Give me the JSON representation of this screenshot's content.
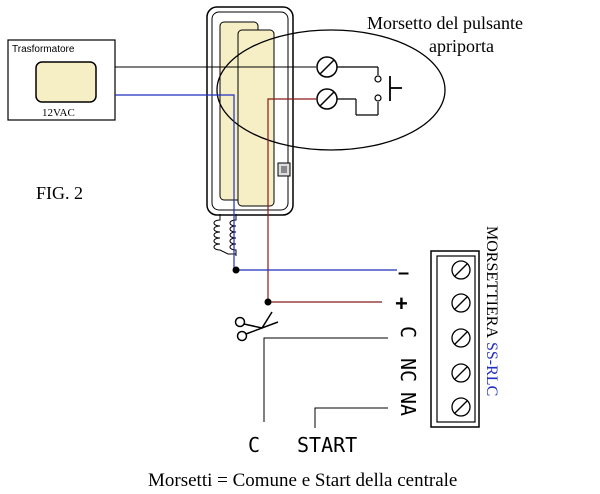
{
  "diagram": {
    "transformer": {
      "title": "Trasformatore",
      "voltage": "12VAC"
    },
    "button_label": {
      "line1": "Morsetto del pulsante",
      "line2": "apriporta"
    },
    "fig_label": "FIG. 2",
    "terminals": {
      "minus": "–",
      "plus": "+",
      "c": "C",
      "nc": "NC",
      "na": "NA"
    },
    "terminal_block": {
      "name": "MORSETTIERA",
      "model": "SS-RLC"
    },
    "bottom_terminals": {
      "common": "C",
      "start": "START"
    },
    "caption": "Morsetti = Comune e Start della centrale",
    "colors": {
      "wire_blue": "#1f2fbf",
      "wire_red": "#8b1a1a",
      "handset_fill": "#f6efc6",
      "model_blue": "#1f2fbf"
    }
  }
}
